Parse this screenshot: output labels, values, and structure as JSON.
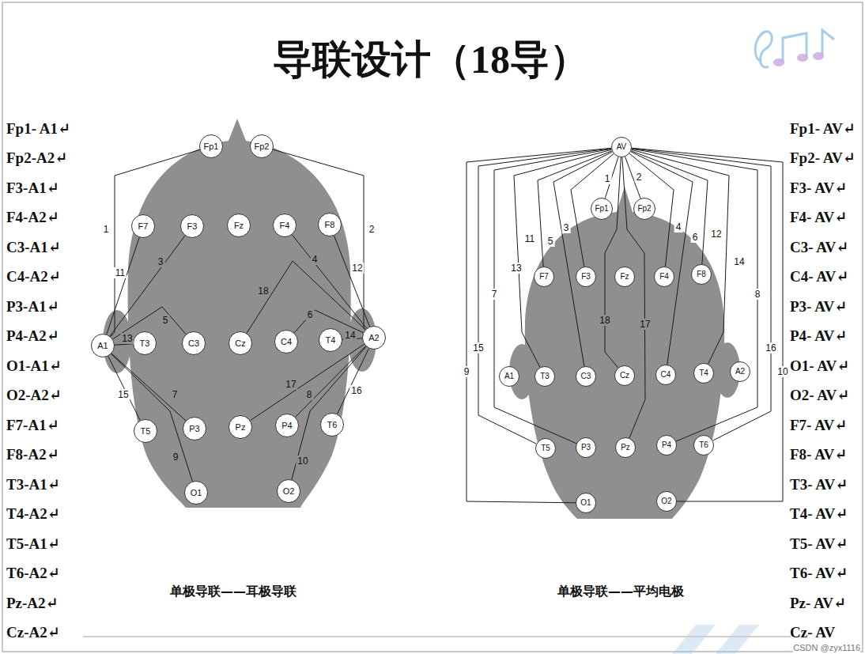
{
  "diagram": {
    "title": "导联设计（18导）",
    "nodes": [
      {
        "text": [
          "Fp1"
        ]
      },
      {
        "text": [
          "Fp2"
        ]
      },
      {
        "text": [
          "F7"
        ]
      },
      {
        "text": [
          "F3"
        ]
      },
      {
        "text": [
          "Fz"
        ]
      },
      {
        "text": [
          "F4"
        ]
      },
      {
        "text": [
          "F8"
        ]
      },
      {
        "text": [
          "A1"
        ]
      },
      {
        "text": [
          "T3"
        ]
      },
      {
        "text": [
          "C3"
        ]
      },
      {
        "text": [
          "Cz"
        ]
      },
      {
        "text": [
          "C4"
        ]
      },
      {
        "text": [
          "T4"
        ]
      },
      {
        "text": [
          "A2"
        ]
      },
      {
        "text": [
          "T5"
        ]
      },
      {
        "text": [
          "P3"
        ]
      },
      {
        "text": [
          "Pz"
        ]
      },
      {
        "text": [
          "P4"
        ]
      },
      {
        "text": [
          "T6"
        ]
      },
      {
        "text": [
          "O1"
        ]
      },
      {
        "text": [
          "O2"
        ]
      },
      {
        "text": [
          "AV"
        ]
      },
      {
        "text": [
          "Fp1"
        ]
      },
      {
        "text": [
          "Fp2"
        ]
      },
      {
        "text": [
          "F7"
        ]
      },
      {
        "text": [
          "F3"
        ]
      },
      {
        "text": [
          "Fz"
        ]
      },
      {
        "text": [
          "F4"
        ]
      },
      {
        "text": [
          "F8"
        ]
      },
      {
        "text": [
          "A1"
        ]
      },
      {
        "text": [
          "T3"
        ]
      },
      {
        "text": [
          "C3"
        ]
      },
      {
        "text": [
          "Cz"
        ]
      },
      {
        "text": [
          "C4"
        ]
      },
      {
        "text": [
          "T4"
        ]
      },
      {
        "text": [
          "A2"
        ]
      },
      {
        "text": [
          "T5"
        ]
      },
      {
        "text": [
          "P3"
        ]
      },
      {
        "text": [
          "Pz"
        ]
      },
      {
        "text": [
          "P4"
        ]
      },
      {
        "text": [
          "T6"
        ]
      },
      {
        "text": [
          "O1"
        ]
      },
      {
        "text": [
          "O2"
        ]
      }
    ],
    "edges": [
      {
        "from": 0,
        "to": 7,
        "arrow": "none",
        "label": "1"
      },
      {
        "from": 1,
        "to": 13,
        "arrow": "none",
        "label": "2"
      },
      {
        "from": 3,
        "to": 7,
        "arrow": "none",
        "label": "3"
      },
      {
        "from": 5,
        "to": 13,
        "arrow": "none",
        "label": "4"
      },
      {
        "from": 9,
        "to": 7,
        "arrow": "none",
        "label": "5"
      },
      {
        "from": 11,
        "to": 13,
        "arrow": "none",
        "label": "6"
      },
      {
        "from": 15,
        "to": 7,
        "arrow": "none",
        "label": "7"
      },
      {
        "from": 17,
        "to": 13,
        "arrow": "none",
        "label": "8"
      },
      {
        "from": 19,
        "to": 7,
        "arrow": "none",
        "label": "9"
      },
      {
        "from": 20,
        "to": 13,
        "arrow": "none",
        "label": "10"
      },
      {
        "from": 2,
        "to": 7,
        "arrow": "none",
        "label": "11"
      },
      {
        "from": 6,
        "to": 13,
        "arrow": "none",
        "label": "12"
      },
      {
        "from": 8,
        "to": 7,
        "arrow": "none",
        "label": "13"
      },
      {
        "from": 12,
        "to": 13,
        "arrow": "none",
        "label": "14"
      },
      {
        "from": 14,
        "to": 7,
        "arrow": "none",
        "label": "15"
      },
      {
        "from": 18,
        "to": 13,
        "arrow": "none",
        "label": "16"
      },
      {
        "from": 16,
        "to": 13,
        "arrow": "none",
        "label": "17"
      },
      {
        "from": 10,
        "to": 13,
        "arrow": "none",
        "label": "18"
      },
      {
        "from": 22,
        "to": 21,
        "arrow": "none",
        "label": "1"
      },
      {
        "from": 23,
        "to": 21,
        "arrow": "none",
        "label": "2"
      },
      {
        "from": 25,
        "to": 21,
        "arrow": "none",
        "label": "3"
      },
      {
        "from": 27,
        "to": 21,
        "arrow": "none",
        "label": "4"
      },
      {
        "from": 31,
        "to": 21,
        "arrow": "none",
        "label": "5"
      },
      {
        "from": 33,
        "to": 21,
        "arrow": "none",
        "label": "6"
      },
      {
        "from": 37,
        "to": 21,
        "arrow": "none",
        "label": "7"
      },
      {
        "from": 39,
        "to": 21,
        "arrow": "none",
        "label": "8"
      },
      {
        "from": 41,
        "to": 21,
        "arrow": "none",
        "label": "9"
      },
      {
        "from": 42,
        "to": 21,
        "arrow": "none",
        "label": "10"
      },
      {
        "from": 24,
        "to": 21,
        "arrow": "none",
        "label": "11"
      },
      {
        "from": 28,
        "to": 21,
        "arrow": "none",
        "label": "12"
      },
      {
        "from": 30,
        "to": 21,
        "arrow": "none",
        "label": "13"
      },
      {
        "from": 34,
        "to": 21,
        "arrow": "none",
        "label": "14"
      },
      {
        "from": 36,
        "to": 21,
        "arrow": "none",
        "label": "15"
      },
      {
        "from": 40,
        "to": 21,
        "arrow": "none",
        "label": "16"
      },
      {
        "from": 38,
        "to": 21,
        "arrow": "none",
        "label": "17"
      },
      {
        "from": 32,
        "to": 21,
        "arrow": "none",
        "label": "18"
      }
    ],
    "labels": [
      "Fp1- A1↵",
      "Fp2-A2↵",
      "F3-A1↵",
      "F4-A2↵",
      "C3-A1↵",
      "C4-A2↵",
      "P3-A1↵",
      "P4-A2↵",
      "O1-A1↵",
      "O2-A2↵",
      "F7-A1↵",
      "F8-A2↵",
      "T3-A1↵",
      "T4-A2↵",
      "T5-A1↵",
      "T6-A2↵",
      "Pz-A2↵",
      "Cz-A2↵",
      "Fp1- AV↵",
      "Fp2- AV↵",
      "F3- AV↵",
      "F4- AV↵",
      "C3- AV↵",
      "C4- AV↵",
      "P3- AV↵",
      "P4- AV↵",
      "O1- AV↵",
      "O2- AV↵",
      "F7- AV↵",
      "F8- AV↵",
      "T3- AV↵",
      "T4- AV↵",
      "T5- AV↵",
      "T6- AV↵",
      "Pz- AV↵",
      "Cz- AV",
      "单极导联——耳极导联",
      "单极导联——平均电极",
      "CSDN @zyx1116"
    ]
  }
}
